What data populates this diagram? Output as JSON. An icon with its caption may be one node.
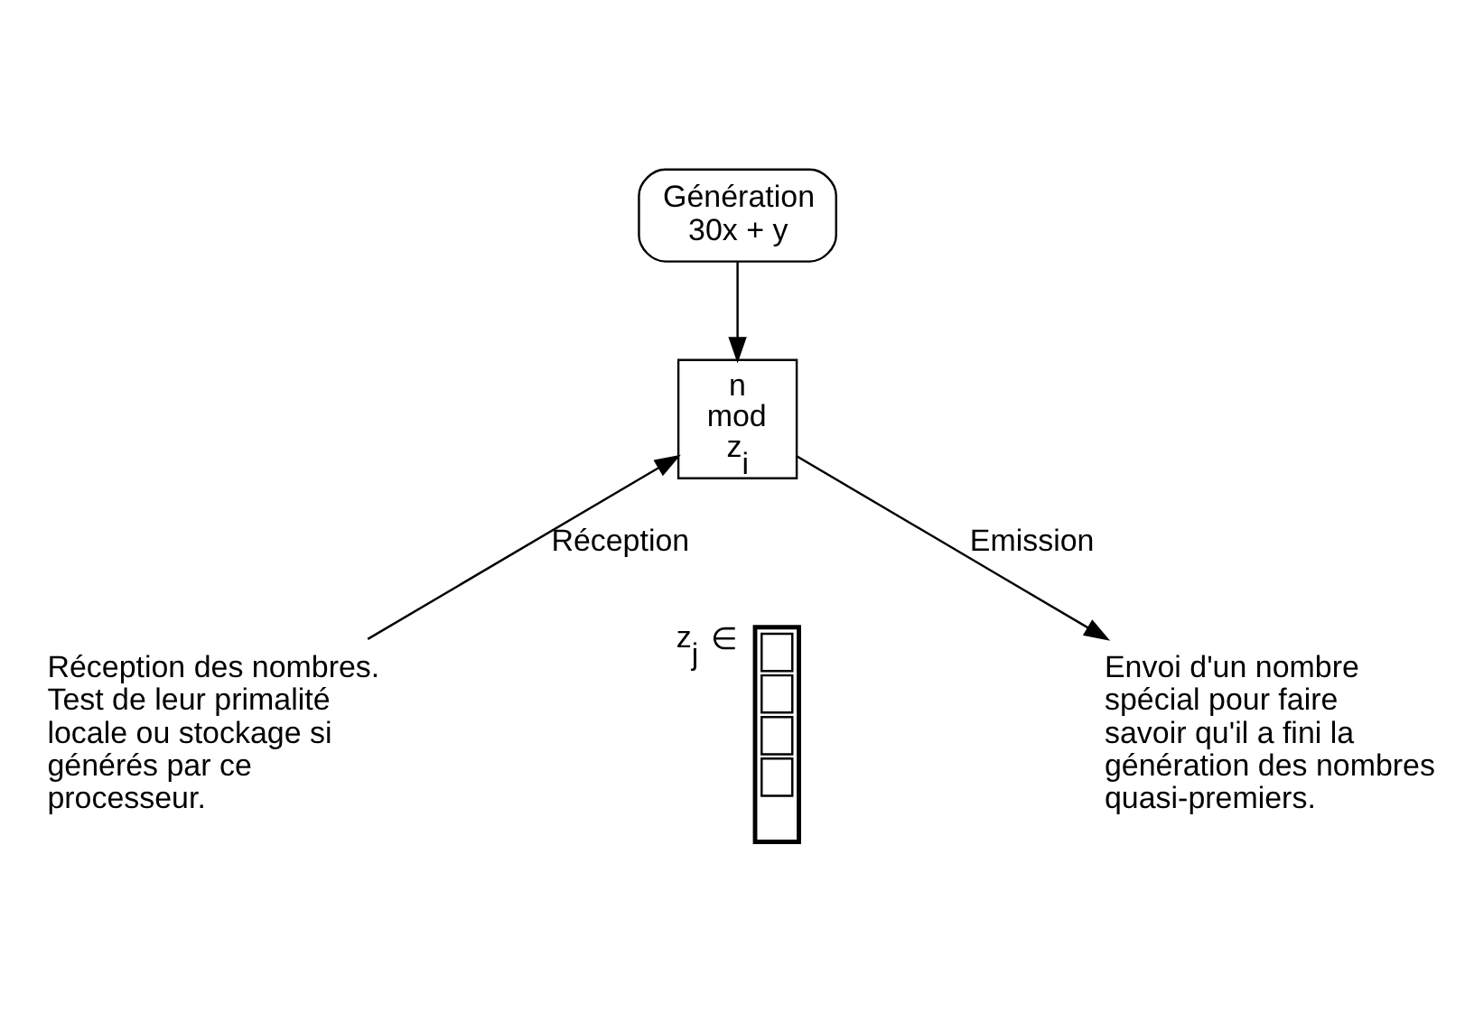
{
  "diagram": {
    "nodes": [
      {
        "text": [
          "Génération 30x + y"
        ]
      },
      {
        "text": [
          "n mod z$_{i}$"
        ]
      },
      {
        "text": [
          "Réception des nombres. Test de leur primalité locale ou stockage si générés par ce processeur."
        ]
      },
      {
        "text": [
          "Envoi d'un nombre spécial pour faire savoir qu'il a fini la génération des nombres quasi-premiers."
        ]
      }
    ],
    "edges": [
      {
        "from": 0,
        "to": 1,
        "arrow": "to"
      },
      {
        "from": 2,
        "to": 1,
        "arrow": "to",
        "label": "Réception"
      },
      {
        "from": 1,
        "to": 3,
        "arrow": "to",
        "label": "Emission"
      }
    ],
    "labels": [
      "z$_{j}$ ∈"
    ]
  }
}
